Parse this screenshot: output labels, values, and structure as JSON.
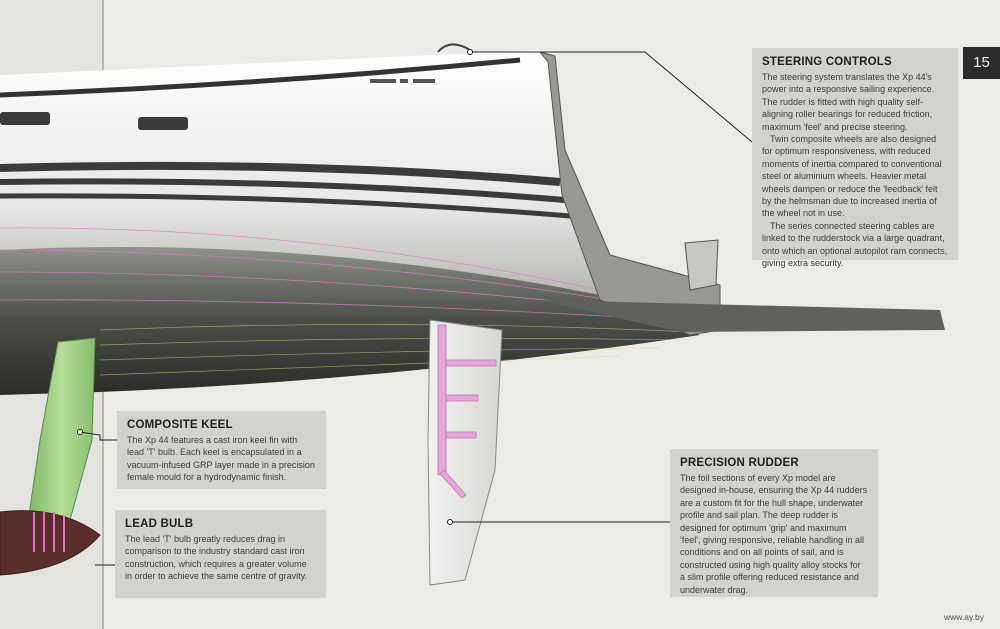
{
  "page_number": "15",
  "watermark": "www.ay.by",
  "colors": {
    "hull_dark": "#2e302e",
    "hull_light": "#f3f3f2",
    "keel_green": "#a7d48a",
    "rudder_pink": "#e7a9dc",
    "callout_bg": "#d0d0cc"
  },
  "callouts": {
    "steering": {
      "title": "STEERING CONTROLS",
      "paragraphs": [
        "The steering system translates the Xp 44's power into a responsive sailing experience. The rudder is fitted with high quality self-aligning roller bearings for reduced friction, maximum 'feel' and precise steering.",
        "Twin composite wheels are also designed for optimum responsiveness, with reduced moments of inertia compared to conventional steel or aluminium wheels. Heavier metal wheels dampen or reduce the 'feedback' felt by the helmsman due to increased inertia of the wheel not in use.",
        "The series connected steering cables are linked to the rudderstock via a large quadrant, onto which an optional autopilot ram connects, giving extra security."
      ]
    },
    "keel": {
      "title": "COMPOSITE KEEL",
      "paragraphs": [
        "The Xp 44 features a cast iron keel fin with lead 'T' bulb. Each keel is encapsulated in a vacuum-infused GRP layer made in a precision female mould for a hydrodynamic finish."
      ]
    },
    "bulb": {
      "title": "LEAD BULB",
      "paragraphs": [
        "The lead 'T' bulb greatly reduces drag in comparison to the industry standard cast iron construction, which requires a greater volume in order to achieve the same centre of gravity."
      ]
    },
    "rudder": {
      "title": "PRECISION RUDDER",
      "paragraphs": [
        "The foil sections of every Xp model are designed in-house, ensuring the Xp 44 rudders are a custom fit for the hull shape, underwater profile and sail plan. The deep rudder is designed for optimum 'grip' and maximum 'feel', giving responsive, reliable handling in all conditions and on all points of sail, and is constructed using high quality alloy stocks for a slim profile offering reduced resistance and underwater drag."
      ]
    }
  }
}
